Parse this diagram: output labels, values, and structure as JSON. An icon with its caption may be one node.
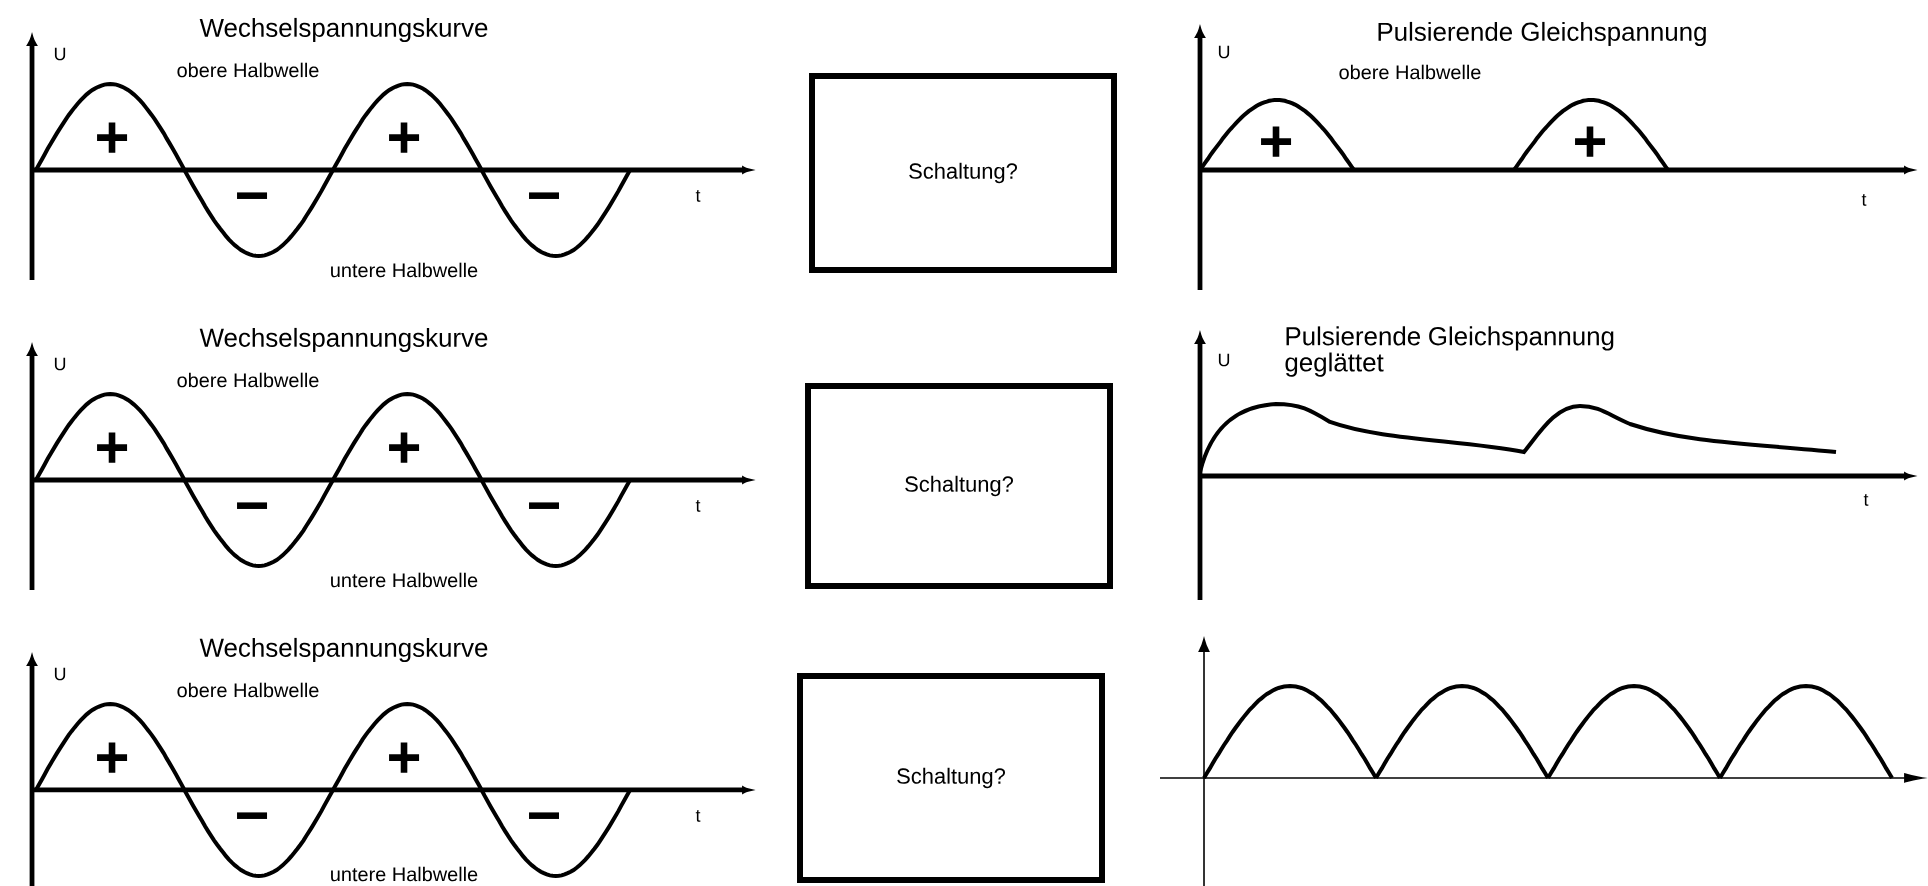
{
  "diagram": {
    "nodes": [
      {
        "text": [
          "Schaltung?"
        ]
      },
      {
        "text": [
          "Schaltung?"
        ]
      },
      {
        "text": [
          "Schaltung?"
        ]
      }
    ],
    "labels": [
      "Wechselspannungskurve",
      "U",
      "obere Halbwelle",
      "+",
      "+",
      "−",
      "−",
      "untere Halbwelle",
      "t",
      "Pulsierende Gleichspannung",
      "U",
      "obere Halbwelle",
      "+",
      "+",
      "t",
      "Wechselspannungskurve",
      "U",
      "obere Halbwelle",
      "+",
      "+",
      "−",
      "−",
      "untere Halbwelle",
      "t",
      "Pulsierende Gleichspannung geglättet",
      "U",
      "t",
      "Wechselspannungskurve",
      "U",
      "obere Halbwelle",
      "+",
      "+",
      "−",
      "−",
      "untere Halbwelle",
      "t"
    ]
  }
}
